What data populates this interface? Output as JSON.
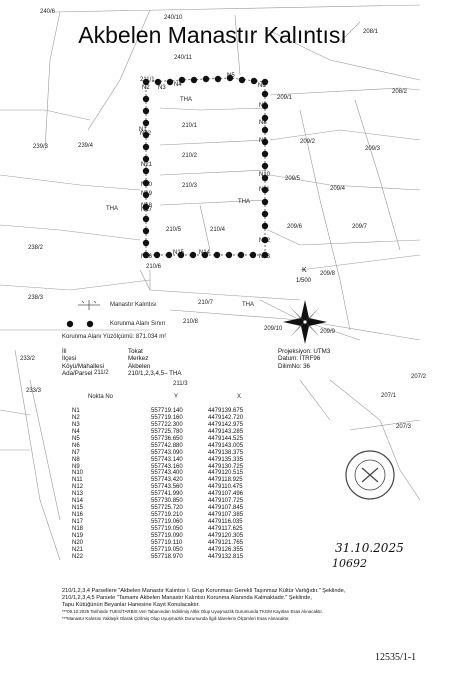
{
  "title": "Akbelen Manastır Kalıntısı",
  "parcels_top": [
    "240/6",
    "240/10",
    "240/11",
    "208/1"
  ],
  "parcels": [
    "211/1",
    "210/1",
    "210/2",
    "210/3",
    "210/5",
    "210/4",
    "210/6",
    "210/7",
    "210/8",
    "209/1",
    "209/2",
    "209/3",
    "209/4",
    "209/5",
    "209/6",
    "209/7",
    "209/8",
    "209/9",
    "209/10",
    "208/2",
    "239/3",
    "239/4",
    "238/2",
    "238/3",
    "233/2",
    "233/3",
    "211/2",
    "211/3",
    "207/1",
    "207/2",
    "207/3"
  ],
  "tha_labels": [
    "THA",
    "THA",
    "THA",
    "THA"
  ],
  "boundary_points": [
    "N1",
    "N2",
    "N3",
    "N4",
    "N5",
    "N6",
    "N7",
    "N8",
    "N9",
    "N10",
    "N11",
    "N12",
    "N13",
    "N14",
    "N15",
    "N16",
    "N17",
    "N18",
    "N19",
    "N20",
    "N21",
    "N22"
  ],
  "north": {
    "letter": "K",
    "scale": "1/500"
  },
  "legend": {
    "ruin": "Manastır Kalıntısı",
    "protection": "Korunma Alanı Sınırı",
    "area": "Korunma Alanı Yüzölçümü: 871.034 m²"
  },
  "admin": {
    "labels": [
      "İli",
      "İlçesi",
      "Köyü/Mahallesi",
      "Ada/Parsel"
    ],
    "values": [
      "Tokat",
      "Merkez",
      "Akbelen",
      "210/1,2,3,4,5– THA"
    ]
  },
  "projection": [
    "Projeksiyon: UTM3",
    "Datum: ITRF96",
    "DilimNo: 36"
  ],
  "table": {
    "headers": [
      "Nokta No",
      "Y",
      "X"
    ],
    "rows": [
      [
        "N1",
        "557719.140",
        "4479139.675"
      ],
      [
        "N2",
        "557719.160",
        "4479142.720"
      ],
      [
        "N3",
        "557722.300",
        "4479142.975"
      ],
      [
        "N4",
        "557725.780",
        "4479143.285"
      ],
      [
        "N5",
        "557736.650",
        "4479144.525"
      ],
      [
        "N6",
        "557742.880",
        "4479143.005"
      ],
      [
        "N7",
        "557743.090",
        "4479138.375"
      ],
      [
        "N8",
        "557743.140",
        "4479135.335"
      ],
      [
        "N9",
        "557743.160",
        "4479130.725"
      ],
      [
        "N10",
        "557743.400",
        "4479120.515"
      ],
      [
        "N11",
        "557743.420",
        "4479118.925"
      ],
      [
        "N12",
        "557743.560",
        "4479110.475"
      ],
      [
        "N13",
        "557741.990",
        "4479107.496"
      ],
      [
        "N14",
        "557730.850",
        "4479107.725"
      ],
      [
        "N15",
        "557725.720",
        "4479107.845"
      ],
      [
        "N16",
        "557719.210",
        "4479107.385"
      ],
      [
        "N17",
        "557719.060",
        "4479116.035"
      ],
      [
        "N18",
        "557719.050",
        "4479117.625"
      ],
      [
        "N19",
        "557719.090",
        "4479120.305"
      ],
      [
        "N20",
        "557719.110",
        "4479121.765"
      ],
      [
        "N21",
        "557719.050",
        "4479126.355"
      ],
      [
        "N22",
        "557718.970",
        "4479132.815"
      ]
    ]
  },
  "notes": [
    "210/1,2,3,4 Parsellere \"Akbelen Manastır Kalıntısı I. Grup Korunması Gerekli Taşınmaz Kültür Varlığıdır.\" Şeklinde,",
    "210/1,2,3,4,5 Parsele \"Tamamı Akbelen Manastır Kalıntısı Korunma Alanında Kalmaktadır.\" Şeklinde,",
    "Tapu Kütüğünün Beyanlar Hanesine Kayıt Konulacaktır."
  ],
  "footnotes": [
    "***09.10.2025 Tarihinde TUES/TARBİS Veri Tabanından İndirilmiş Altlık Olup Uyuşmazlık Durumunda TKGM Kayıtları Esas Alınacaktır.",
    "***Manastır Kalıntısı Yaklaşık Olarak Çizilmiş Olup Uyuşmazlık Durumunda İlgili İdarelerin Ölçümleri Esas Alınacaktır."
  ],
  "handwritten": {
    "date": "31.10.2025",
    "number": "10692"
  },
  "page_ref": "12535/1-1"
}
